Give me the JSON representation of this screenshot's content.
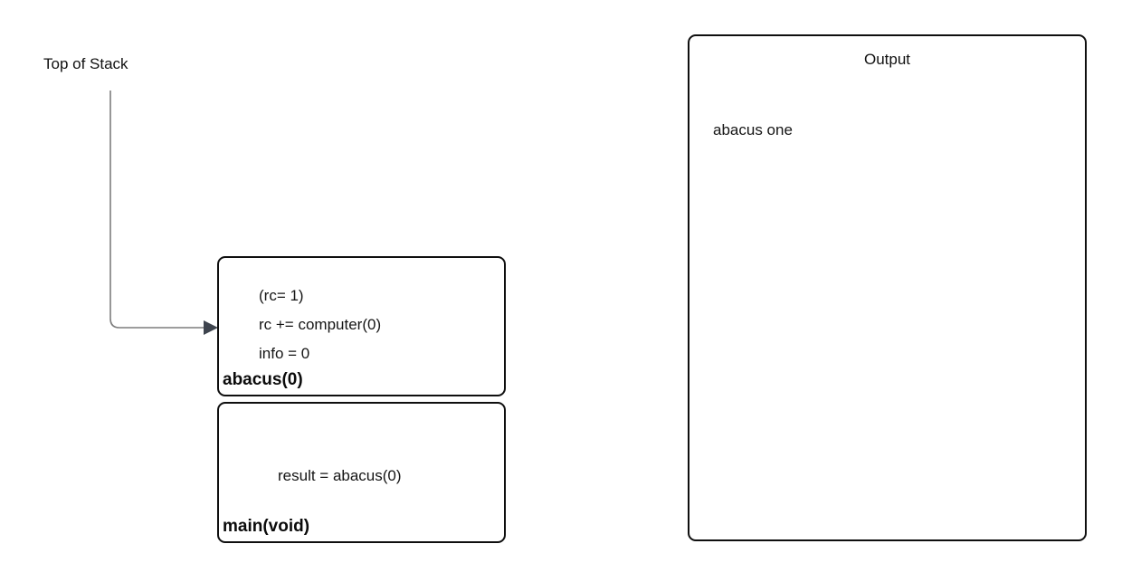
{
  "stack_pointer": {
    "label": "Top of Stack",
    "arrow_line_color": "#7d7d7d",
    "arrow_head_color": "#3e444e"
  },
  "frames": [
    {
      "label": "abacus(0)",
      "lines": [
        "(rc= 1)",
        "rc += computer(0)",
        "info = 0"
      ]
    },
    {
      "label": "main(void)",
      "lines": [
        "result = abacus(0)"
      ]
    }
  ],
  "output": {
    "title": "Output",
    "lines": [
      "abacus one"
    ]
  },
  "colors": {
    "background": "#ffffff",
    "border": "#0f0f0f",
    "text": "#111111"
  }
}
